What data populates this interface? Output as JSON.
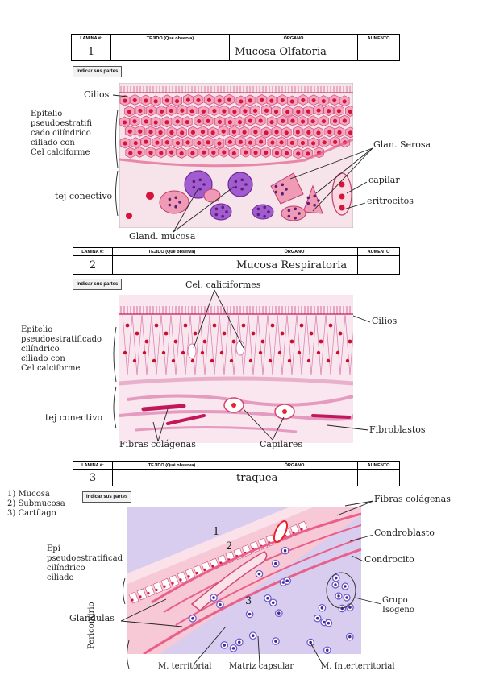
{
  "table_headers": {
    "lamina": "LAMINA #:",
    "tejido": "TEJIDO (Qué observa)",
    "organo": "ÓRGANO",
    "aumento": "AUMENTO"
  },
  "indicate_label": "Indicar sus partes",
  "sections": [
    {
      "number": "1",
      "organo": "Mucosa Olfatoria",
      "labels": {
        "cilios": "Cilios",
        "epitelio": [
          "Epitelio",
          "pseudoestratifi",
          "cado cilíndrico",
          "ciliado con",
          "Cel calciforme"
        ],
        "tej": "tej conectivo",
        "gland_mucosa": "Gland. mucosa",
        "gland_serosa": "Glan. Serosa",
        "capilar": "capilar",
        "eritrocitos": "eritrocitos"
      }
    },
    {
      "number": "2",
      "organo": "Mucosa Respiratoria",
      "labels": {
        "caliciformes": "Cel. caliciformes",
        "cilios": "Cilios",
        "epitelio": [
          "Epitelio",
          "pseudoestratificado",
          "cilíndrico",
          "ciliado con",
          "Cel calciforme"
        ],
        "tej": "tej conectivo",
        "fibroblastos": "Fibroblastos",
        "fibras": "Fibras colágenas",
        "capilares": "Capilares"
      }
    },
    {
      "number": "3",
      "organo": "traquea",
      "labels": {
        "legend": [
          "1) Mucosa",
          "2) Submucosa",
          "3) Cartílago"
        ],
        "fibras": "Fibras colágenas",
        "condroblasto": "Condroblasto",
        "condrocito": "Condrocito",
        "epitelio": [
          "Epi",
          "pseudoestratificad",
          "cilíndrico",
          "ciliado"
        ],
        "glandulas": "Glandulas",
        "grupo": [
          "Grupo",
          "Isogeno"
        ],
        "pericondrio": "Pericondrio",
        "m_territorial": "M. territorial",
        "matriz": "Matriz capsular",
        "m_inter": "M. Interterritorial",
        "n1": "1",
        "n2": "2",
        "n3": "3"
      }
    }
  ],
  "colors": {
    "pink_bg": "#f6dfe6",
    "cell_pink": "#e8608a",
    "nucleus": "#c8102e",
    "purple": "#9b59c6",
    "lavender": "#d9cdf0",
    "cartilage_cell": "#6b55c9"
  }
}
